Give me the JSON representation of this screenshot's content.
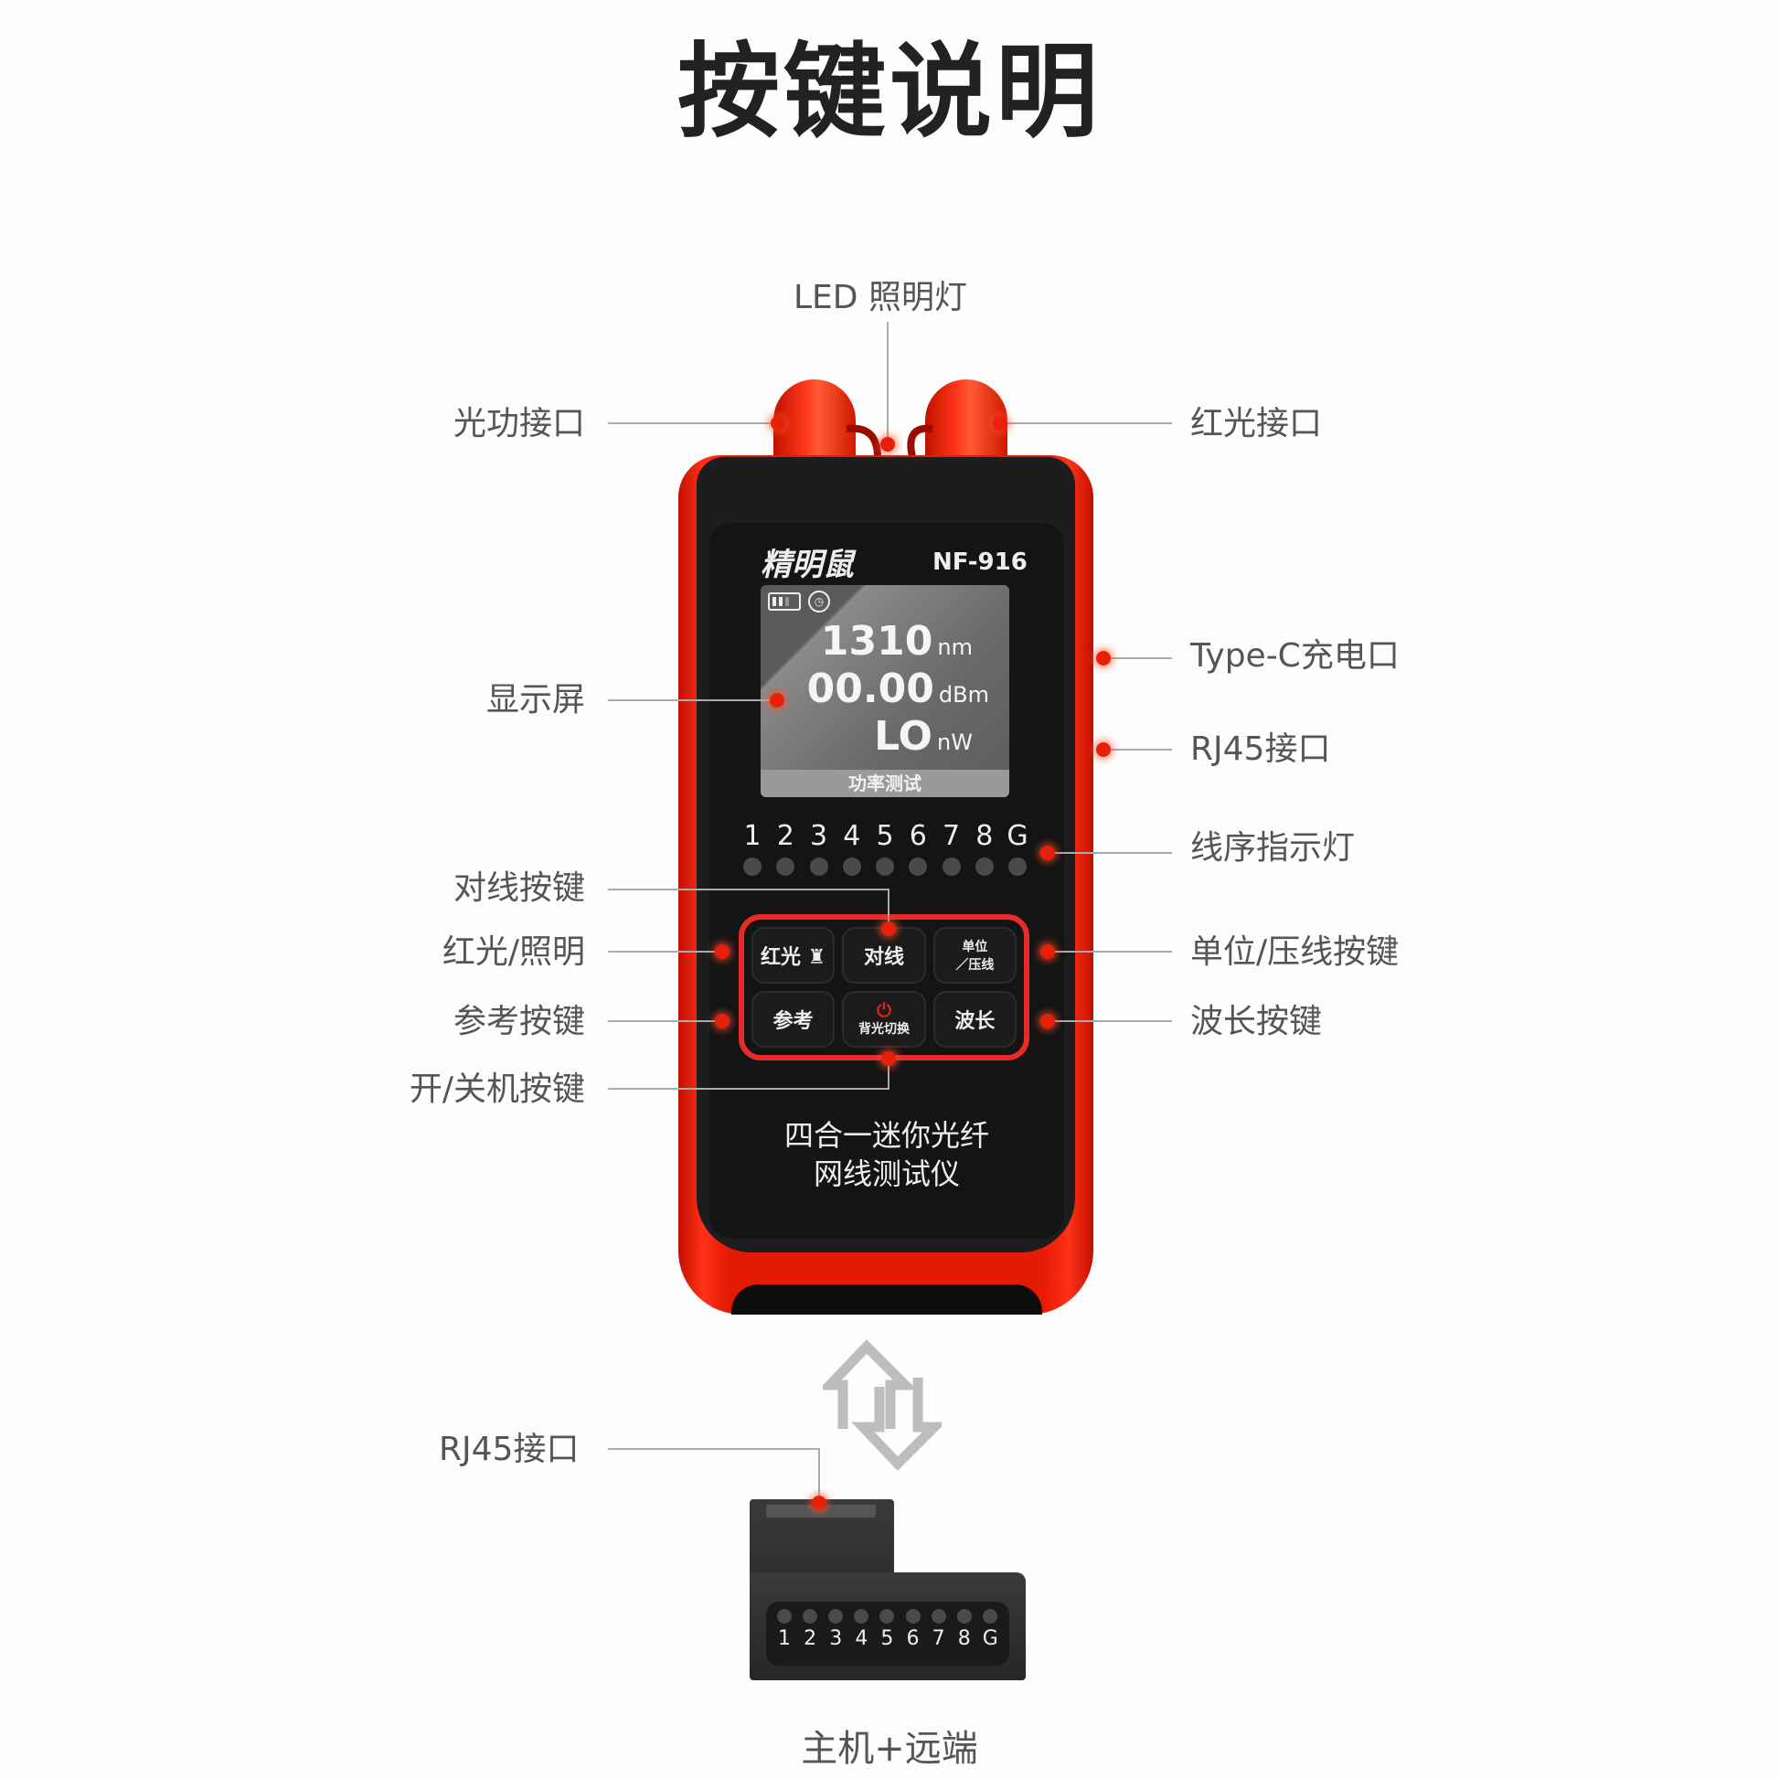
{
  "title": "按键说明",
  "device": {
    "brand": "精明鼠",
    "model": "NF-916",
    "screen": {
      "wavelength_value": "1310",
      "wavelength_unit": "nm",
      "power_dbm_value": "00.00",
      "power_dbm_unit": "dBm",
      "power_nw_value": "LO",
      "power_nw_unit": "nW",
      "mode": "功率测试",
      "icons": [
        "battery-icon",
        "auto-off-clock-icon"
      ]
    },
    "pins": [
      "1",
      "2",
      "3",
      "4",
      "5",
      "6",
      "7",
      "8",
      "G"
    ],
    "keys": [
      {
        "label": "红光",
        "icon": "flashlight-icon"
      },
      {
        "label": "对线"
      },
      {
        "label_top": "单位",
        "label_bottom": "压线"
      },
      {
        "label": "参考"
      },
      {
        "label": "背光切换",
        "icon": "power-icon"
      },
      {
        "label": "波长"
      }
    ],
    "description_line1": "四合一迷你光纤",
    "description_line2": "网线测试仪"
  },
  "callouts": {
    "led_light": "LED 照明灯",
    "optical_power_port": "光功接口",
    "red_light_port": "红光接口",
    "display": "显示屏",
    "type_c_port": "Type-C充电口",
    "rj45_port": "RJ45接口",
    "wire_map_leds": "线序指示灯",
    "wire_test_key": "对线按键",
    "red_light_illumination": "红光/照明",
    "reference_key": "参考按键",
    "power_key": "开/关机按键",
    "unit_crimp_key": "单位/压线按键",
    "wavelength_key": "波长按键",
    "remote_rj45_port": "RJ45接口"
  },
  "remote": {
    "pins": [
      "1",
      "2",
      "3",
      "4",
      "5",
      "6",
      "7",
      "8",
      "G"
    ]
  },
  "caption": "主机+远端",
  "colors": {
    "accent_red": "#e51a05",
    "callout_dot": "#e8200a",
    "device_black": "#1d1d1d",
    "label_gray": "#555555"
  }
}
